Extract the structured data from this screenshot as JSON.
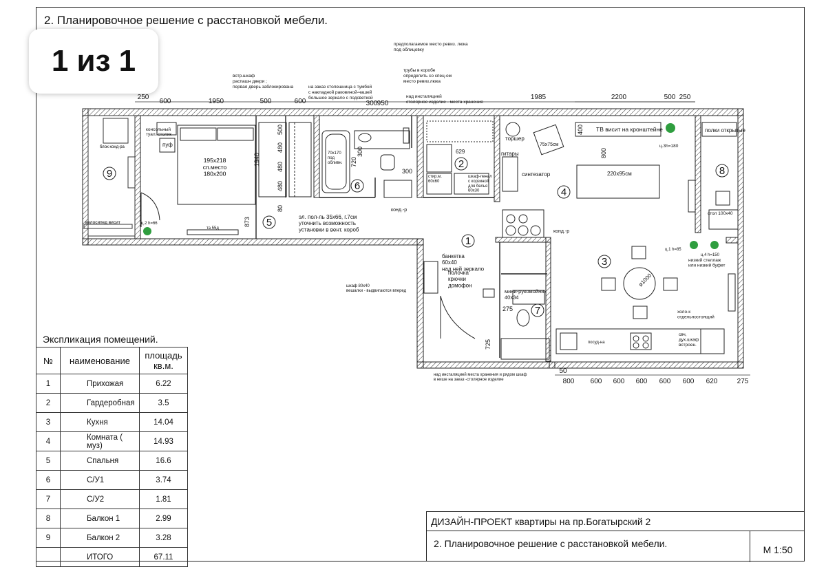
{
  "sheet": {
    "title": "2. Планировочное решение с расстановкой мебели.",
    "page_badge": "1 из 1"
  },
  "plan": {
    "dims_top": [
      "250",
      "600",
      "1950",
      "500",
      "600",
      "300",
      "950",
      "1985",
      "2200",
      "500",
      "250"
    ],
    "dims_bottom": [
      "50",
      "800",
      "600",
      "600",
      "600",
      "600",
      "600",
      "620",
      "275"
    ],
    "dims_vertical": [
      "500",
      "480",
      "480",
      "480",
      "80",
      "1940",
      "873",
      "720",
      "300",
      "300",
      "800",
      "400",
      "275",
      "725"
    ],
    "room_numbers": [
      "1",
      "2",
      "3",
      "4",
      "5",
      "6",
      "7",
      "8",
      "9"
    ],
    "labels": {
      "balcony2_unit": "блок конд-ра",
      "bike_hook": "велосипед висит",
      "plant_height_bedroom": "ц.2 h=66",
      "console": "консольный туал. столик",
      "pouf": "пуф",
      "bed": "195x218\nсп.место\n180x200",
      "bedside": "та 55д",
      "wardrobe_note": "встр.шкаф\nраспашн двери ;\nпервая дверь заблокирована",
      "bath": "70x170\nпод\nобливн.",
      "washbasin_note": "на заказ столешница с тумбой\nс накладной раковиной-чашей\nбольшое зеркало с подсветкой",
      "revision_note": "предполагаемое место ревиз. люка\nпод облицовку",
      "pipes_note": "трубы в коробе\nопределить со спец-ом\nместо ревиз.люка",
      "installation_note": "над инсталяцией\nстолярное изделие - места хранения",
      "electric_floor": "эл. пол-ль 35x66, г.7см\nуточнить возможность\nустановки в вент. короб",
      "ac_r": "конд.-р",
      "dressing_629": "629",
      "washer": "стир.м.\n60x60",
      "pencil_case": "шкаф-пенал\nс корзиной\nдля белья\n60x30",
      "guitars": "гитары",
      "synth": "синтезатор",
      "floor_lamp": "торшер",
      "armchair": "75x75см",
      "tv": "ТВ висит на кронштейне",
      "sofa": "220x95см",
      "plant_height_living": "ц.3h=180",
      "shelves_open": "полки открытые",
      "desk": "стол 100x40",
      "ac_r2": "конд.-р",
      "bench": "банкетка\n60x40\nнад ней зеркало",
      "shelf": "полочка\nкрючки\nдомофон",
      "wardrobe_hall": "шкаф 80x40\nвешалки - выдвигаются вперед",
      "mini_sink": "мини-рукомойник\n40x34",
      "table": "ø1000",
      "plant_height_kitchen": "ц.1 h=85",
      "plant_height_kitchen2": "ц.4 h=150",
      "low_shelf": "низкий стеллаж\nили низкий буфет",
      "fridge": "холо-к\nотдельностоящий",
      "oven": "свч,\nдух.шкаф\nвстроен.",
      "dishwasher": "посуд-на",
      "wc_note": "над инсталяцией места хранения и рядом шкаф\nв нише на заказ -столярное изделие"
    }
  },
  "explication": {
    "title": "Экспликация помещений.",
    "headers": {
      "num": "№",
      "name": "наименование",
      "area": "площадь\nкв.м."
    },
    "rows": [
      {
        "num": "1",
        "name": "Прихожая",
        "area": "6.22"
      },
      {
        "num": "2",
        "name": "Гардеробная",
        "area": "3.5"
      },
      {
        "num": "3",
        "name": "Кухня",
        "area": "14.04"
      },
      {
        "num": "4",
        "name": "Комната  ( муз)",
        "area": "14.93"
      },
      {
        "num": "5",
        "name": "Спальня",
        "area": "16.6"
      },
      {
        "num": "6",
        "name": "С/У1",
        "area": "3.74"
      },
      {
        "num": "7",
        "name": "С/У2",
        "area": "1.81"
      },
      {
        "num": "8",
        "name": "Балкон 1",
        "area": "2.99"
      },
      {
        "num": "9",
        "name": "Балкон 2",
        "area": "3.28"
      }
    ],
    "total": {
      "num": "",
      "name": "ИТОГО",
      "area": "67.11"
    }
  },
  "stamp": {
    "project": "ДИЗАЙН-ПРОЕКТ квартиры на пр.Богатырский 2",
    "sheet": "2. Планировочное решение с расстановкой мебели.",
    "scale": "М 1:50"
  }
}
